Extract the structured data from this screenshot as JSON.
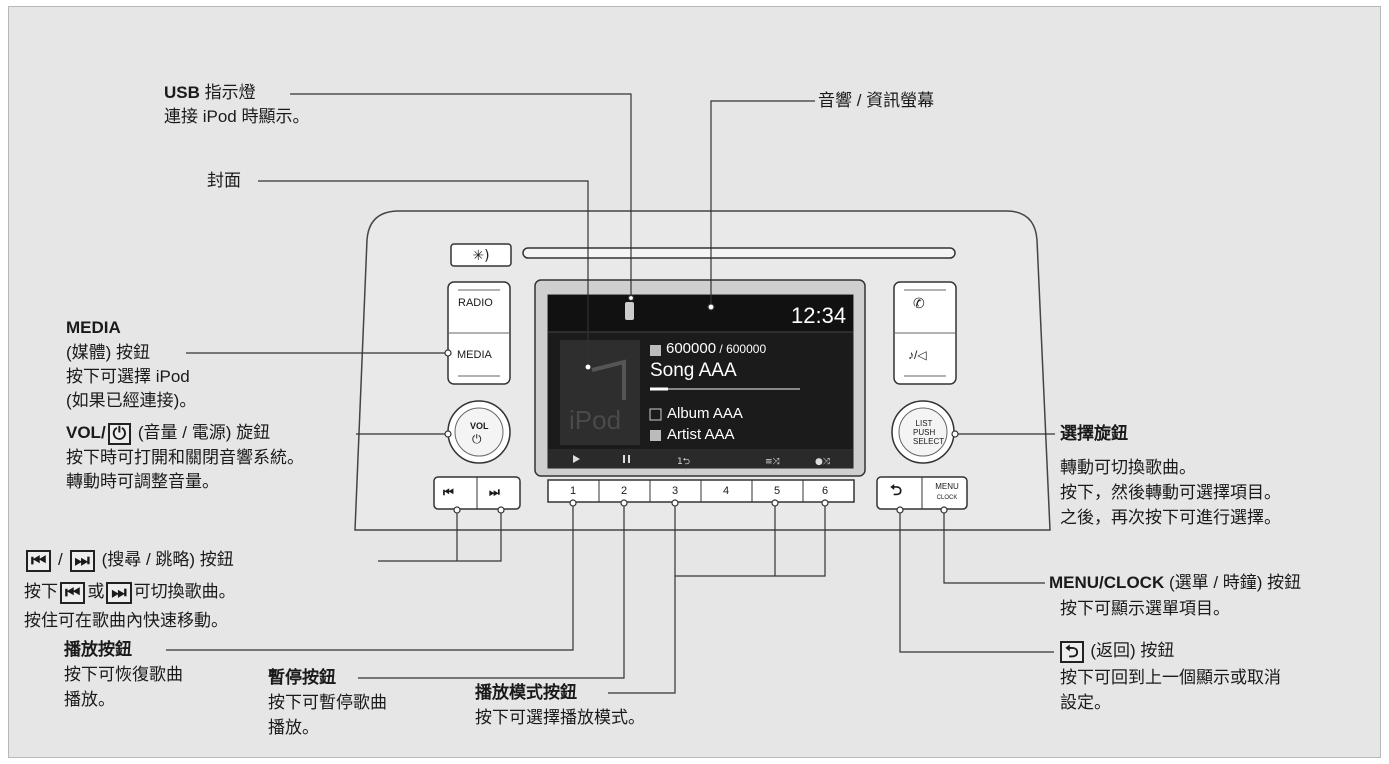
{
  "callouts": {
    "usb": {
      "title_bold": "USB",
      "title": "指示燈",
      "desc": "連接 iPod 時顯示。"
    },
    "display": {
      "title": "音響 / 資訊螢幕"
    },
    "cover": {
      "title": "封面"
    },
    "media": {
      "title1": "MEDIA",
      "title2": "(媒體) 按鈕",
      "desc1": "按下可選擇 iPod",
      "desc2": "(如果已經連接)。"
    },
    "vol": {
      "title_bold": "VOL/",
      "title": "(音量 / 電源) 旋鈕",
      "desc1": "按下時可打開和關閉音響系統。",
      "desc2": "轉動時可調整音量。"
    },
    "seek": {
      "sep": "/",
      "title": "(搜尋 / 跳略) 按鈕",
      "desc1_a": "按下",
      "desc1_or": "或",
      "desc1_b": "可切換歌曲。",
      "desc2": "按住可在歌曲內快速移動。"
    },
    "play": {
      "title": "播放按鈕",
      "desc1": "按下可恢復歌曲",
      "desc2": "播放。"
    },
    "pause": {
      "title": "暫停按鈕",
      "desc1": "按下可暫停歌曲",
      "desc2": "播放。"
    },
    "mode": {
      "title": "播放模式按鈕",
      "desc": "按下可選擇播放模式。"
    },
    "select": {
      "title": "選擇旋鈕",
      "desc1": "轉動可切換歌曲。",
      "desc2": "按下，然後轉動可選擇項目。",
      "desc3": "之後，再次按下可進行選擇。"
    },
    "menu": {
      "title_bold": "MENU/CLOCK",
      "title": "(選單 / 時鐘) 按鈕",
      "desc": "按下可顯示選單項目。"
    },
    "back": {
      "title": "(返回) 按鈕",
      "desc1": "按下可回到上一個顯示或取消",
      "desc2": "設定。"
    }
  },
  "unit": {
    "radio_label": "RADIO",
    "media_label": "MEDIA",
    "vol_label": "VOL",
    "list_label1": "LIST",
    "list_label2": "PUSH",
    "list_label3": "SELECT",
    "menu_label": "MENU",
    "clock_label": "CLOCK",
    "presets": [
      "1",
      "2",
      "3",
      "4",
      "5",
      "6"
    ]
  },
  "screen": {
    "time": "12:34",
    "track_count": "600000",
    "track_total": "/ 600000",
    "song": "Song AAA",
    "album": "Album AAA",
    "artist": "Artist AAA",
    "ipod_watermark": "iPod"
  }
}
